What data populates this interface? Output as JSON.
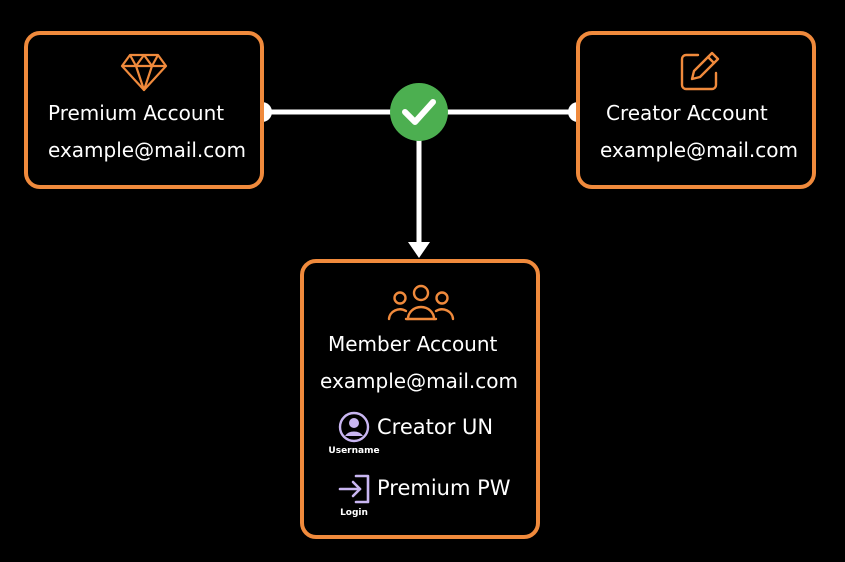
{
  "premium": {
    "title": "Premium Account",
    "email": "example@mail.com",
    "icon": "diamond-icon"
  },
  "creator": {
    "title": "Creator Account",
    "email": "example@mail.com",
    "icon": "edit-icon"
  },
  "member": {
    "title": "Member Account",
    "email": "example@mail.com",
    "icon": "users-icon",
    "rows": [
      {
        "icon": "user-circle-icon",
        "icon_label": "Username",
        "text": "Creator UN"
      },
      {
        "icon": "login-icon",
        "icon_label": "Login",
        "text": "Premium PW"
      }
    ]
  },
  "hub": {
    "icon": "check-icon",
    "color": "#4caf50"
  },
  "colors": {
    "accent": "#f08a3c",
    "icon_purple": "#c9b6f2"
  }
}
